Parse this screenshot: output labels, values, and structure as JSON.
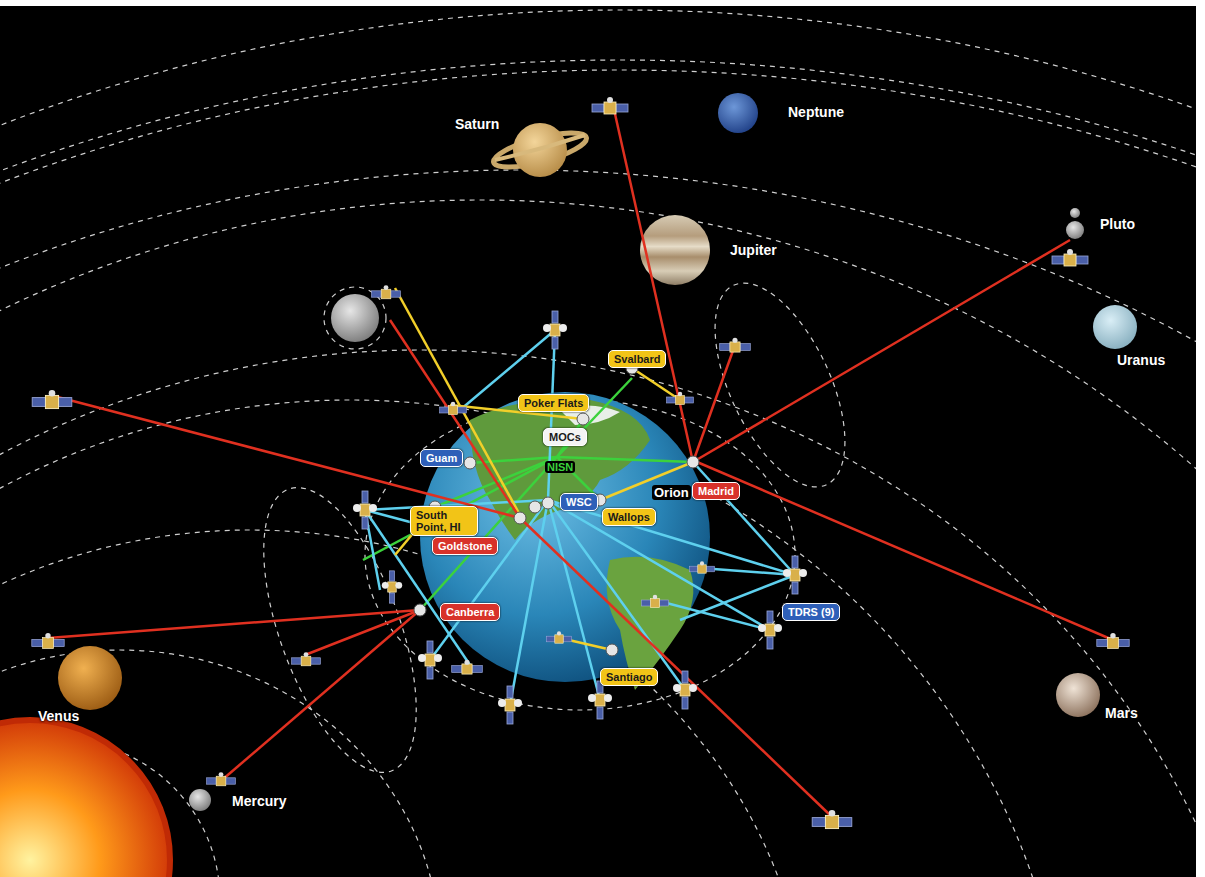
{
  "diagram": {
    "nodes": [
      {
        "text": [
          "Svalbard"
        ]
      },
      {
        "text": [
          "Poker Flats"
        ]
      },
      {
        "text": [
          "MOCs"
        ]
      },
      {
        "text": [
          "Guam"
        ]
      },
      {
        "text": [
          "WSC"
        ]
      },
      {
        "text": [
          "South Point, HI"
        ]
      },
      {
        "text": [
          "Goldstone"
        ]
      },
      {
        "text": [
          "Wallops"
        ]
      },
      {
        "text": [
          "Madrid"
        ]
      },
      {
        "text": [
          "Canberra"
        ]
      },
      {
        "text": [
          "TDRS (9)"
        ]
      },
      {
        "text": [
          "Santiago"
        ]
      }
    ],
    "labels": [
      "Saturn",
      "Neptune",
      "Jupiter",
      "Pluto",
      "Uranus",
      "NISN",
      "Orion",
      "Mars",
      "Venus",
      "Mercury"
    ]
  }
}
